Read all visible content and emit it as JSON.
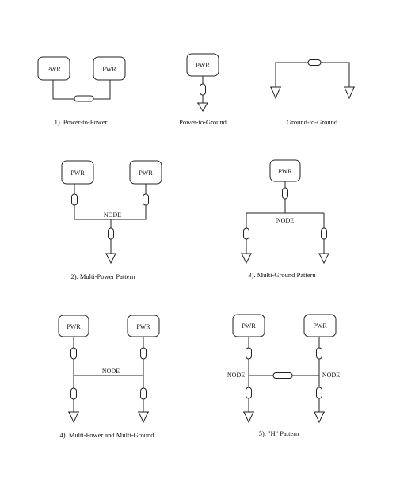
{
  "labels": {
    "pwr": "PWR",
    "node": "NODE"
  },
  "captions": {
    "d1": "1). Power-to-Power",
    "d2": "Power-to-Ground",
    "d3": "Ground-to-Ground",
    "d4": "2). Multi-Power Pattern",
    "d5": "3). Multi-Ground Pattern",
    "d6": "4). Multi-Power and Multi-Ground",
    "d7": "5).   \"H\" Pattern"
  }
}
